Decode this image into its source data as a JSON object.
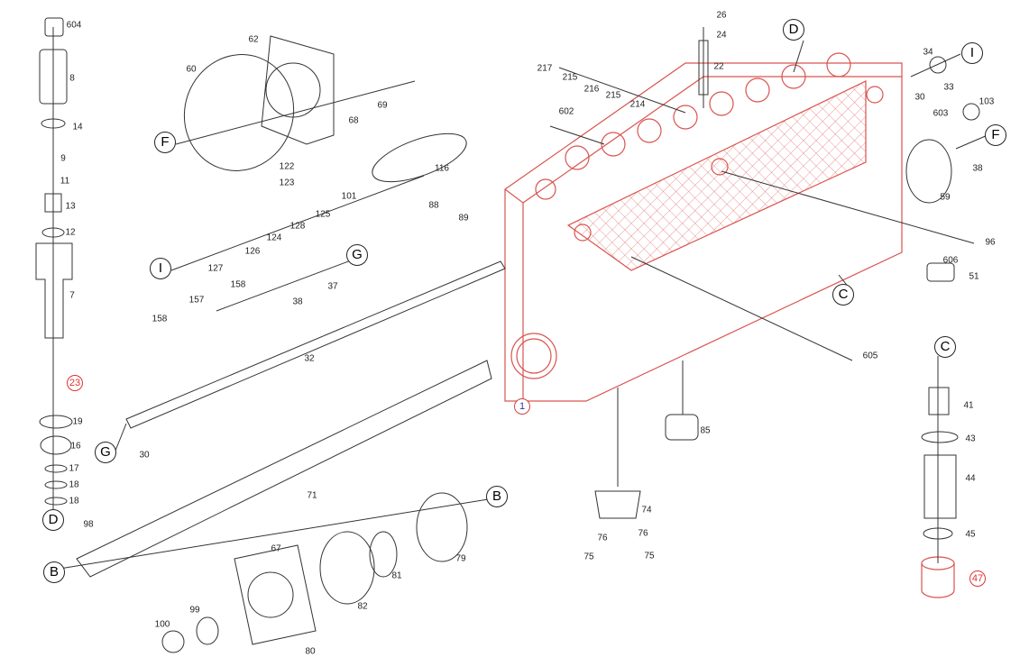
{
  "title": "Injection pump exploded parts diagram",
  "colors": {
    "line": "#333333",
    "housing": "#d9534f",
    "highlight": "#dd3333",
    "housing_ref": "#333399"
  },
  "labels": [
    "604",
    "8",
    "14",
    "9",
    "11",
    "13",
    "12",
    "7",
    "23",
    "19",
    "16",
    "17",
    "18",
    "18",
    "D",
    "62",
    "60",
    "F",
    "69",
    "68",
    "122",
    "123",
    "116",
    "101",
    "125",
    "128",
    "124",
    "126",
    "127",
    "I",
    "88",
    "89",
    "G",
    "37",
    "38",
    "158",
    "157",
    "158",
    "32",
    "G",
    "30",
    "71",
    "98",
    "B",
    "67",
    "100",
    "99",
    "80",
    "82",
    "81",
    "79",
    "B",
    "26",
    "24",
    "22",
    "217",
    "215",
    "216",
    "215",
    "214",
    "602",
    "D",
    "34",
    "I",
    "30",
    "33",
    "603",
    "103",
    "F",
    "38",
    "59",
    "96",
    "606",
    "51",
    "C",
    "605",
    "1",
    "85",
    "74",
    "76",
    "76",
    "75",
    "75",
    "C",
    "41",
    "43",
    "44",
    "45",
    "47"
  ]
}
